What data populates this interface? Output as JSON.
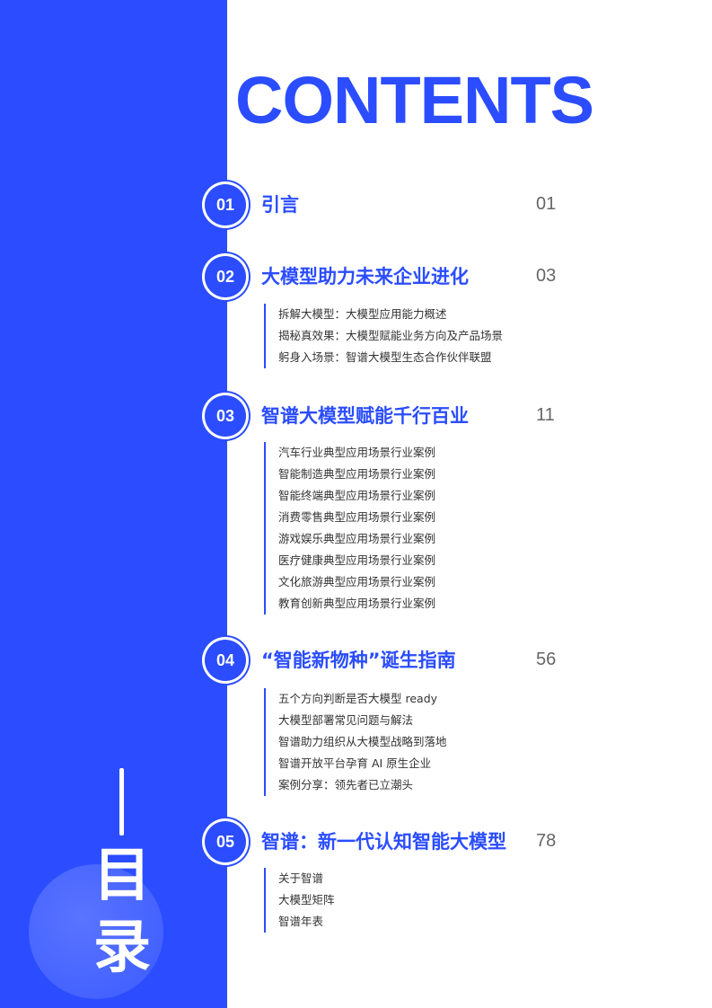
{
  "contents_heading": "CONTENTS",
  "side_title_chars": [
    "目",
    "录"
  ],
  "colors": {
    "accent": "#2b4dff",
    "page_number": "#666666",
    "sub_text": "#333333"
  },
  "sections": [
    {
      "number": "01",
      "title": "引言",
      "page": "01",
      "items": []
    },
    {
      "number": "02",
      "title": "大模型助力未来企业进化",
      "page": "03",
      "items": [
        "拆解大模型：大模型应用能力概述",
        "揭秘真效果：大模型赋能业务方向及产品场景",
        "躬身入场景：智谱大模型生态合作伙伴联盟"
      ]
    },
    {
      "number": "03",
      "title": "智谱大模型赋能千行百业",
      "page": "11",
      "items": [
        "汽车行业典型应用场景行业案例",
        "智能制造典型应用场景行业案例",
        "智能终端典型应用场景行业案例",
        "消费零售典型应用场景行业案例",
        "游戏娱乐典型应用场景行业案例",
        "医疗健康典型应用场景行业案例",
        "文化旅游典型应用场景行业案例",
        "教育创新典型应用场景行业案例"
      ]
    },
    {
      "number": "04",
      "title": "“智能新物种”诞生指南",
      "page": "56",
      "items": [
        "五个方向判断是否大模型 ready",
        "大模型部署常见问题与解法",
        "智谱助力组织从大模型战略到落地",
        "智谱开放平台孕育 AI 原生企业",
        "案例分享：领先者已立潮头"
      ]
    },
    {
      "number": "05",
      "title": "智谱：新一代认知智能大模型",
      "page": "78",
      "items": [
        "关于智谱",
        "大模型矩阵",
        "智谱年表"
      ]
    }
  ]
}
